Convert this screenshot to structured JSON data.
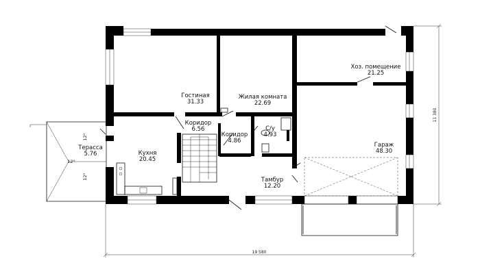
{
  "rooms": {
    "living": {
      "name": "Гостиная",
      "area": "31.33"
    },
    "bedroom": {
      "name": "Жилая комната",
      "area": "22.69"
    },
    "utility": {
      "name": "Хоз. помещение",
      "area": "21.25"
    },
    "corridor1": {
      "name": "Коридор",
      "area": "6.56"
    },
    "corridor2": {
      "name": "Коридор",
      "area": "4.86"
    },
    "wc": {
      "name": "С/у",
      "area": "4.93"
    },
    "terrace": {
      "name": "Терасса",
      "area": "5.76"
    },
    "kitchen": {
      "name": "Кухня",
      "area": "20.45"
    },
    "garage": {
      "name": "Гараж",
      "area": "48.30"
    },
    "vestibule": {
      "name": "Тамбур",
      "area": "12.20"
    }
  },
  "dimensions": {
    "width": "19 580",
    "height": "11 380"
  },
  "roof_slopes": [
    "12°",
    "12°",
    "12°"
  ]
}
